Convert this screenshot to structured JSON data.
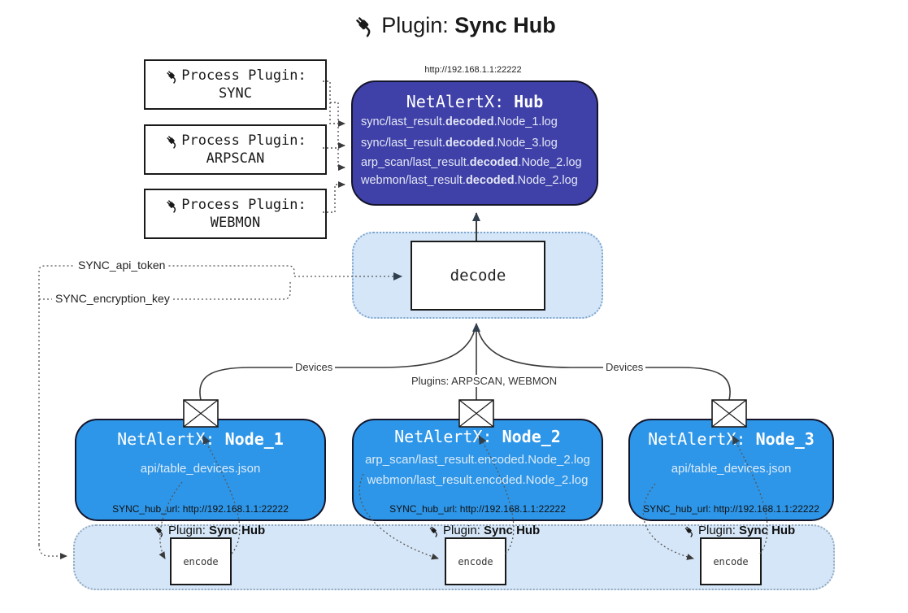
{
  "title": {
    "prefix": "Plugin: ",
    "name": "Sync Hub"
  },
  "hub": {
    "url": "http://192.168.1.1:22222",
    "title_prefix": "NetAlertX: ",
    "title_name": "Hub",
    "logs": [
      {
        "pre": "sync/last_result.",
        "bold": "decoded",
        "post": ".Node_1.log"
      },
      {
        "pre": "sync/last_result.",
        "bold": "decoded",
        "post": ".Node_3.log"
      },
      {
        "pre": "arp_scan/last_result.",
        "bold": "decoded",
        "post": ".Node_2.log"
      },
      {
        "pre": "webmon/last_result.",
        "bold": "decoded",
        "post": ".Node_2.log"
      }
    ]
  },
  "process_plugins": [
    {
      "label": "Process Plugin:",
      "name": "SYNC"
    },
    {
      "label": "Process Plugin:",
      "name": "ARPSCAN"
    },
    {
      "label": "Process Plugin:",
      "name": "WEBMON"
    }
  ],
  "decode": {
    "label": "decode"
  },
  "tokens": {
    "api_token": "SYNC_api_token",
    "encryption_key": "SYNC_encryption_key"
  },
  "edge_labels": {
    "devices_left": "Devices",
    "plugins_center": "Plugins: ARPSCAN, WEBMON",
    "devices_right": "Devices"
  },
  "nodes": [
    {
      "title_prefix": "NetAlertX: ",
      "title_name": "Node_1",
      "files": [
        "api/table_devices.json"
      ],
      "hub_url": "SYNC_hub_url: http://192.168.1.1:22222"
    },
    {
      "title_prefix": "NetAlertX: ",
      "title_name": "Node_2",
      "files": [
        "arp_scan/last_result.encoded.Node_2.log",
        "webmon/last_result.encoded.Node_2.log"
      ],
      "hub_url": "SYNC_hub_url: http://192.168.1.1:22222"
    },
    {
      "title_prefix": "NetAlertX: ",
      "title_name": "Node_3",
      "files": [
        "api/table_devices.json"
      ],
      "hub_url": "SYNC_hub_url: http://192.168.1.1:22222"
    }
  ],
  "encode_band": {
    "plugin_prefix": "Plugin: ",
    "plugin_name": "Sync Hub",
    "encode_label": "encode"
  },
  "icons": {
    "plug": "plug-icon",
    "envelope": "envelope-icon"
  },
  "colors": {
    "hub_fill": "#3F41A8",
    "node_fill": "#2E96E8",
    "panel_fill": "#D5E6F8",
    "line": "#3a3a3a",
    "arrow_dark": "#31404F"
  }
}
